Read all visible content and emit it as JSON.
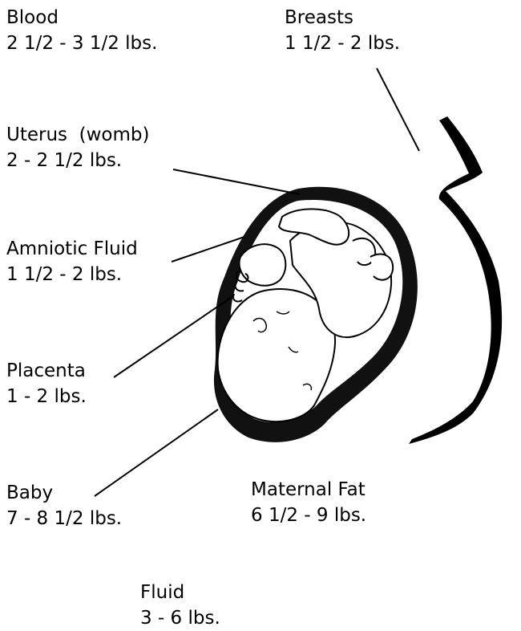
{
  "labels": {
    "blood": {
      "name": "Blood",
      "weight": "2 1/2 - 3 1/2 lbs."
    },
    "breasts": {
      "name": "Breasts",
      "weight": "1 1/2 - 2 lbs."
    },
    "uterus": {
      "name": "Uterus  (womb)",
      "weight": "2 - 2 1/2 lbs."
    },
    "amniotic": {
      "name": "Amniotic Fluid",
      "weight": "1 1/2 - 2 lbs."
    },
    "placenta": {
      "name": "Placenta",
      "weight": "1 - 2 lbs."
    },
    "baby": {
      "name": "Baby",
      "weight": "7 - 8 1/2 lbs."
    },
    "maternal_fat": {
      "name": "Maternal Fat",
      "weight": "6 1/2 - 9 lbs."
    },
    "fluid": {
      "name": "Fluid",
      "weight": "3 - 6 lbs."
    }
  },
  "colors": {
    "ink": "#000000",
    "paper": "#ffffff"
  }
}
